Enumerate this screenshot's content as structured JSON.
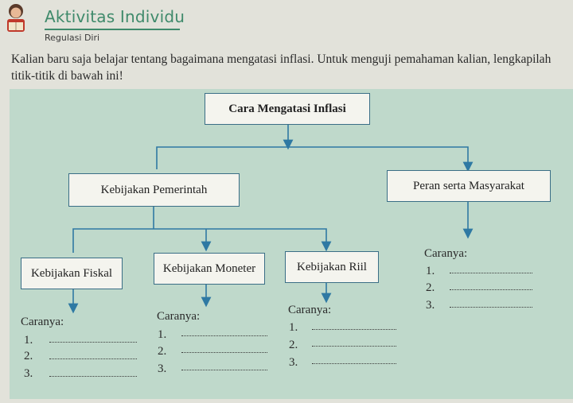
{
  "header": {
    "title": "Aktivitas Individu",
    "subtitle": "Regulasi Diri",
    "icon": "student-reading-icon"
  },
  "intro": "Kalian baru saja belajar tentang bagaimana mengatasi inflasi. Untuk menguji pemahaman kalian, lengkapilah titik-titik di bawah ini!",
  "diagram": {
    "root": "Cara Mengatasi Inflasi",
    "level1": [
      "Kebijakan Pemerintah",
      "Peran serta Masyarakat"
    ],
    "level2": [
      "Kebijakan Fiskal",
      "Kebijakan Moneter",
      "Kebijakan Riil"
    ],
    "caranya_label": "Caranya:",
    "numbers": [
      "1.",
      "2.",
      "3."
    ]
  },
  "colors": {
    "accent": "#3f8a6b",
    "panel": "#bfd9cb",
    "connector": "#2f79a3"
  }
}
